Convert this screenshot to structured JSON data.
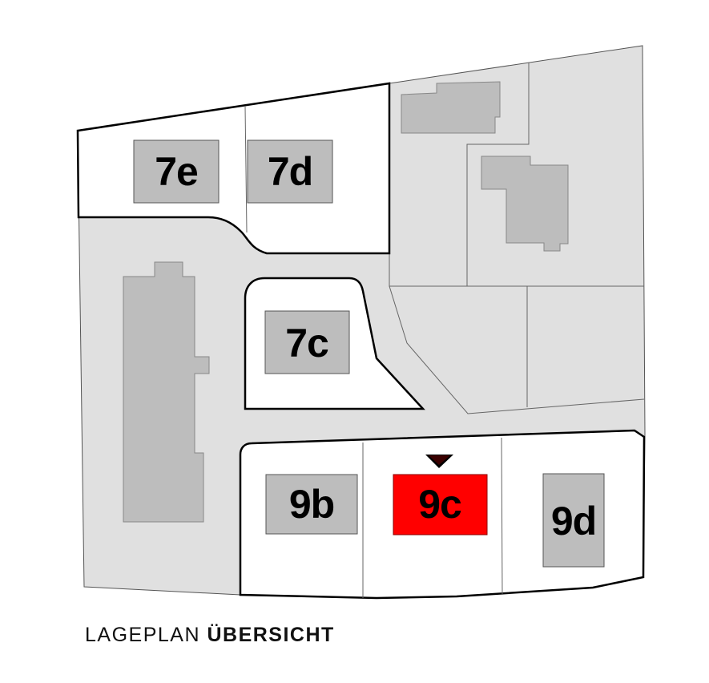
{
  "caption": {
    "prefix": "LAGEPLAN",
    "bold": "ÜBERSICHT"
  },
  "colors": {
    "ground": "#e0e0e0",
    "building": "#bdbdbd",
    "selected": "#ff0000",
    "outline": "#000000"
  },
  "lots": {
    "l7e": "7e",
    "l7d": "7d",
    "l7c": "7c",
    "l9b": "9b",
    "l9c": "9c",
    "l9d": "9d"
  },
  "selected_lot": "9c"
}
